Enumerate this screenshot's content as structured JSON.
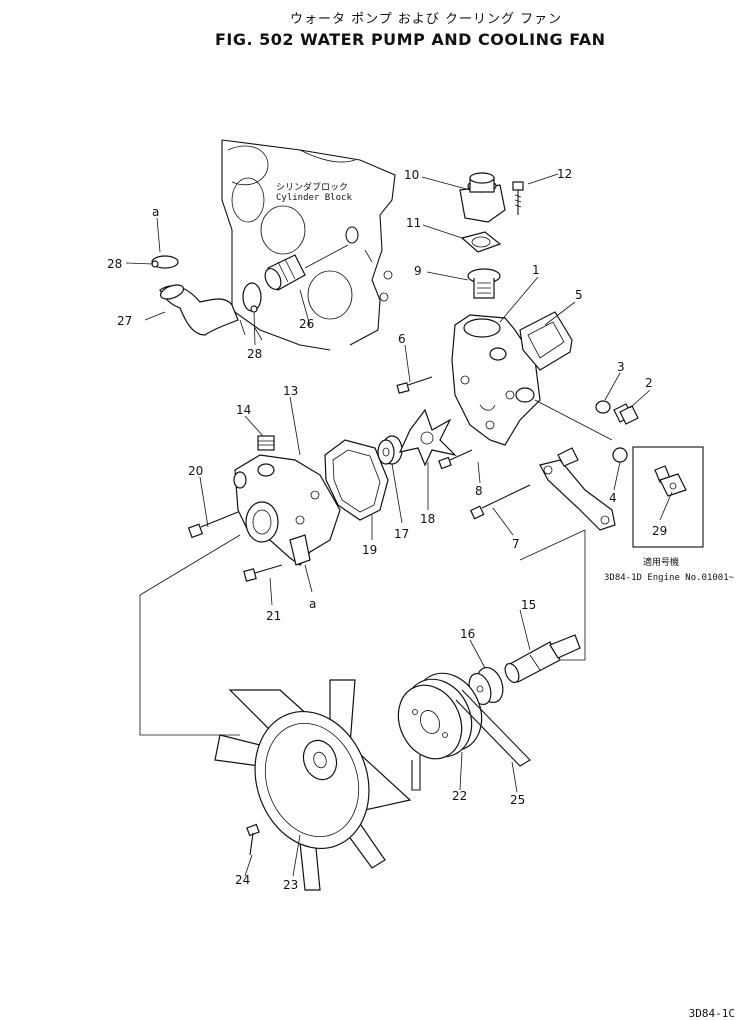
{
  "header": {
    "title_jp": "ウォータ ポンプ および クーリング ファン",
    "title_en": "FIG. 502  WATER PUMP AND COOLING FAN"
  },
  "labels": {
    "cylinder_block_jp": "シリンダブロック",
    "cylinder_block_en": "Cylinder Block",
    "applicable_jp": "適用号機",
    "engine_no": "3D84-1D Engine No.01001~",
    "page_code": "3D84-1C",
    "ref_a1": "a",
    "ref_a2": "a"
  },
  "part_numbers": {
    "p1": "1",
    "p2": "2",
    "p3": "3",
    "p4": "4",
    "p5": "5",
    "p6": "6",
    "p7": "7",
    "p8": "8",
    "p9": "9",
    "p10": "10",
    "p11": "11",
    "p12": "12",
    "p13": "13",
    "p14": "14",
    "p15": "15",
    "p16": "16",
    "p17": "17",
    "p18": "18",
    "p19": "19",
    "p20": "20",
    "p21": "21",
    "p22": "22",
    "p23": "23",
    "p24": "24",
    "p25": "25",
    "p26": "26",
    "p27": "27",
    "p28a": "28",
    "p28b": "28",
    "p29": "29"
  }
}
